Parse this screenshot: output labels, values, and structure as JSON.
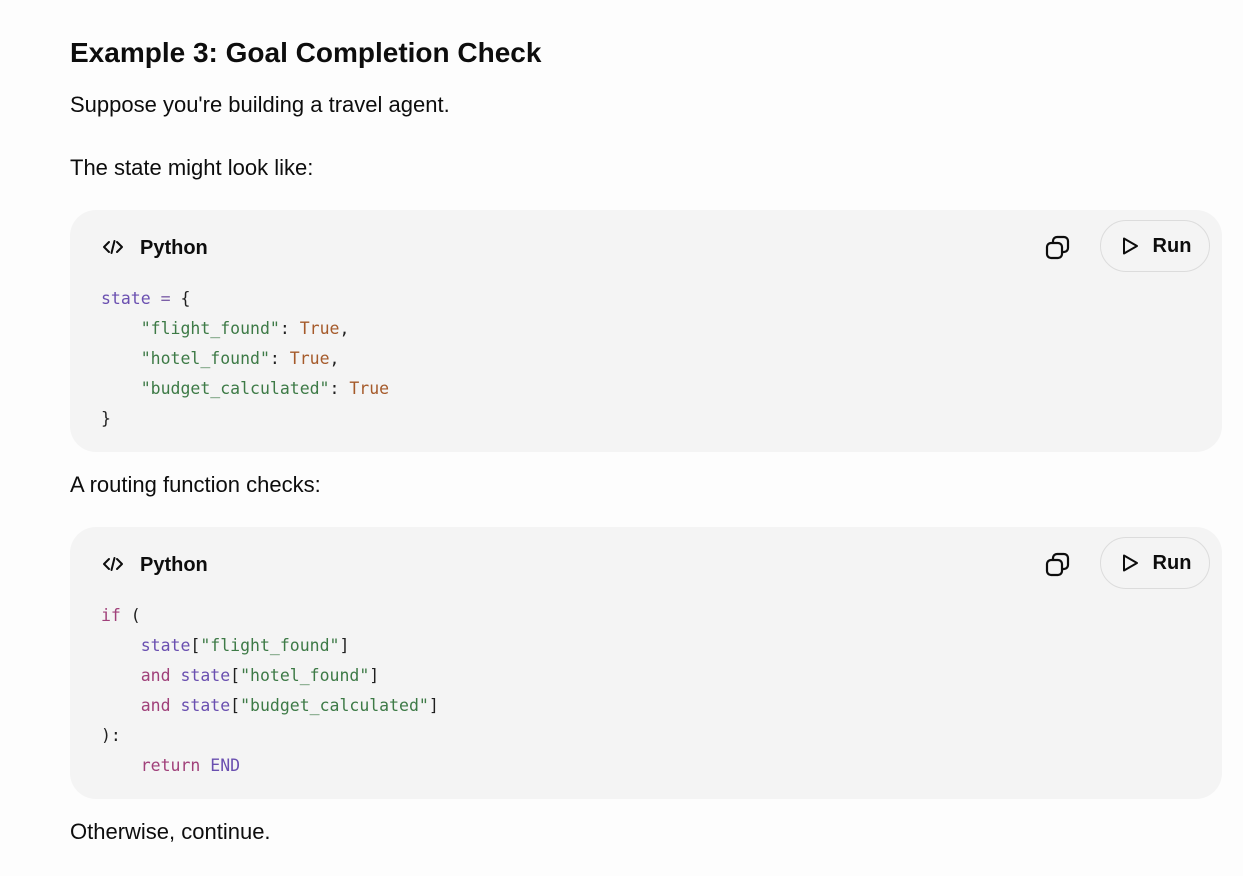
{
  "heading": "Example 3: Goal Completion Check",
  "paragraphs": {
    "intro": "Suppose you're building a travel agent.",
    "state_intro": "The state might look like:",
    "routing_intro": "A routing function checks:",
    "otherwise": "Otherwise, continue."
  },
  "code_blocks": [
    {
      "language": "Python",
      "run_label": "Run",
      "icons": {
        "language": "code-icon",
        "copy": "copy-icon",
        "run": "play-icon"
      },
      "lines": [
        [
          {
            "t": "state",
            "c": "var"
          },
          {
            "t": " = ",
            "c": "op"
          },
          {
            "t": "{",
            "c": "punc"
          }
        ],
        [
          {
            "t": "    ",
            "c": "punc"
          },
          {
            "t": "\"flight_found\"",
            "c": "str"
          },
          {
            "t": ": ",
            "c": "punc"
          },
          {
            "t": "True",
            "c": "bool"
          },
          {
            "t": ",",
            "c": "punc"
          }
        ],
        [
          {
            "t": "    ",
            "c": "punc"
          },
          {
            "t": "\"hotel_found\"",
            "c": "str"
          },
          {
            "t": ": ",
            "c": "punc"
          },
          {
            "t": "True",
            "c": "bool"
          },
          {
            "t": ",",
            "c": "punc"
          }
        ],
        [
          {
            "t": "    ",
            "c": "punc"
          },
          {
            "t": "\"budget_calculated\"",
            "c": "str"
          },
          {
            "t": ": ",
            "c": "punc"
          },
          {
            "t": "True",
            "c": "bool"
          }
        ],
        [
          {
            "t": "}",
            "c": "punc"
          }
        ]
      ]
    },
    {
      "language": "Python",
      "run_label": "Run",
      "icons": {
        "language": "code-icon",
        "copy": "copy-icon",
        "run": "play-icon"
      },
      "lines": [
        [
          {
            "t": "if",
            "c": "kw"
          },
          {
            "t": " (",
            "c": "punc"
          }
        ],
        [
          {
            "t": "    ",
            "c": "punc"
          },
          {
            "t": "state",
            "c": "var"
          },
          {
            "t": "[",
            "c": "punc"
          },
          {
            "t": "\"flight_found\"",
            "c": "str"
          },
          {
            "t": "]",
            "c": "punc"
          }
        ],
        [
          {
            "t": "    ",
            "c": "punc"
          },
          {
            "t": "and",
            "c": "kw"
          },
          {
            "t": " ",
            "c": "punc"
          },
          {
            "t": "state",
            "c": "var"
          },
          {
            "t": "[",
            "c": "punc"
          },
          {
            "t": "\"hotel_found\"",
            "c": "str"
          },
          {
            "t": "]",
            "c": "punc"
          }
        ],
        [
          {
            "t": "    ",
            "c": "punc"
          },
          {
            "t": "and",
            "c": "kw"
          },
          {
            "t": " ",
            "c": "punc"
          },
          {
            "t": "state",
            "c": "var"
          },
          {
            "t": "[",
            "c": "punc"
          },
          {
            "t": "\"budget_calculated\"",
            "c": "str"
          },
          {
            "t": "]",
            "c": "punc"
          }
        ],
        [
          {
            "t": "):",
            "c": "punc"
          }
        ],
        [
          {
            "t": "    ",
            "c": "punc"
          },
          {
            "t": "return",
            "c": "kw"
          },
          {
            "t": " ",
            "c": "punc"
          },
          {
            "t": "END",
            "c": "var"
          }
        ]
      ]
    }
  ],
  "colors": {
    "background": "#fdfdfd",
    "code_background": "#f4f4f4",
    "text": "#0d0d0d",
    "keyword": "#a0407a",
    "variable": "#6a4fb0",
    "string": "#3d7a46",
    "boolean": "#a55a2a"
  }
}
